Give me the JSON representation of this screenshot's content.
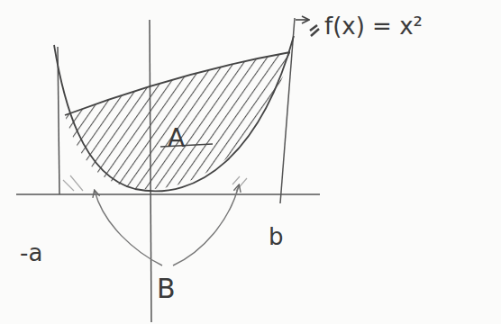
{
  "diagram": {
    "labels": [
      "f(x) = x²",
      "A",
      "B",
      "-a",
      "b"
    ]
  }
}
